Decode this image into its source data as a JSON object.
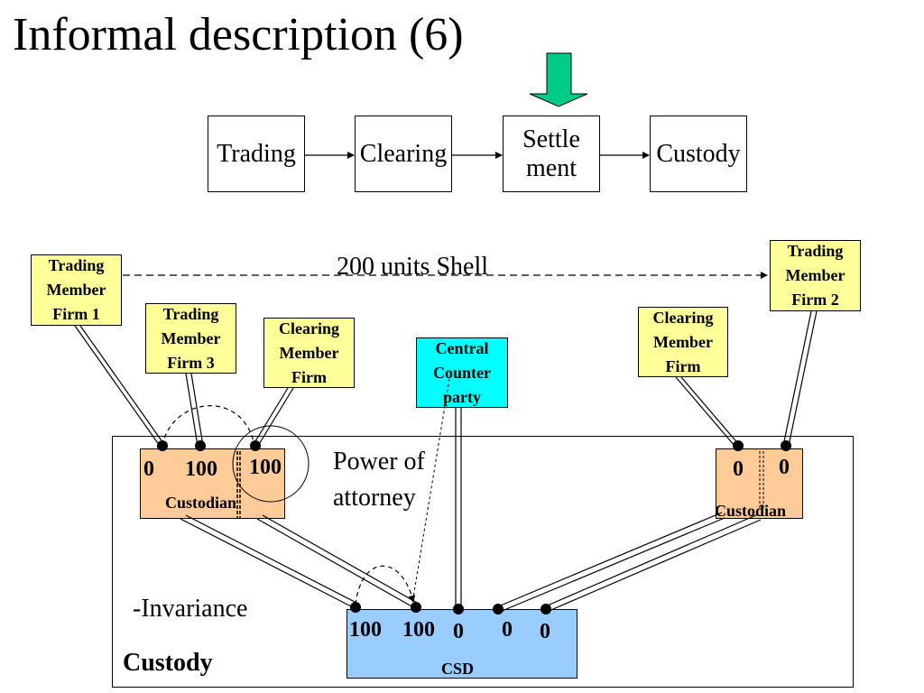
{
  "title": "Informal description (6)",
  "process": [
    "Trading",
    "Clearing",
    "Settle\nment",
    "Custody"
  ],
  "transfer_label": "200 units Shell",
  "firms": {
    "tm1": "Trading\nMember\nFirm 1",
    "tm3": "Trading\nMember\nFirm 3",
    "cm_left": "Clearing\nMember\nFirm",
    "ccp": "Central\nCounter\nparty",
    "cm_right": "Clearing\nMember\nFirm",
    "tm2": "Trading\nMember\nFirm 2"
  },
  "custodian_left": {
    "label": "Custodian",
    "values": [
      "0",
      "100",
      "100"
    ]
  },
  "custodian_right": {
    "label": "Custodian",
    "values": [
      "0",
      "0"
    ]
  },
  "power_of_attorney": "Power of\nattorney",
  "invariance": "-Invariance",
  "custody_label": "Custody",
  "csd": {
    "label": "CSD",
    "values": [
      "100",
      "100",
      "0",
      "0",
      "0"
    ]
  },
  "colors": {
    "firm_fill": "#ffff99",
    "ccp_fill": "#00ffff",
    "custodian_fill": "#ffcc99",
    "csd_fill": "#99ccff",
    "arrow_fill": "#00cc88"
  }
}
